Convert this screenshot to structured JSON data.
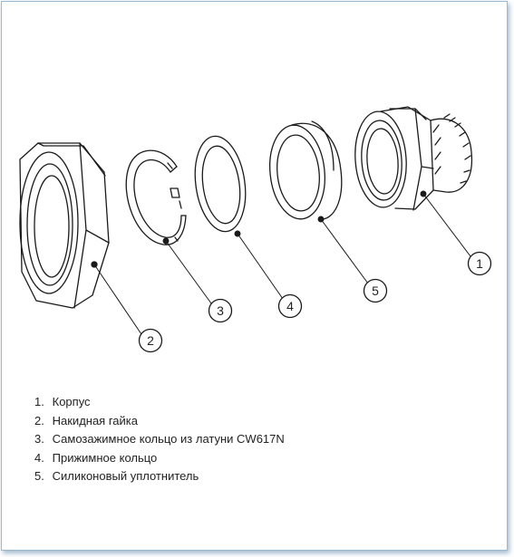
{
  "callouts": [
    {
      "number": "1",
      "label": "Корпус"
    },
    {
      "number": "2",
      "label": "Накидная гайка"
    },
    {
      "number": "3",
      "label": "Самозажимное кольцо из латуни CW617N"
    },
    {
      "number": "4",
      "label": "Прижимное кольцо"
    },
    {
      "number": "5",
      "label": "Силиконовый уплотнитель"
    }
  ],
  "legend": [
    {
      "num": "1.",
      "text": "Корпус"
    },
    {
      "num": "2.",
      "text": "Накидная гайка"
    },
    {
      "num": "3.",
      "text": "Самозажимное кольцо из латуни CW617N"
    },
    {
      "num": "4.",
      "text": "Прижимное кольцо"
    },
    {
      "num": "5.",
      "text": "Силиконовый уплотнитель"
    }
  ],
  "colors": {
    "line": "#1a1a1a",
    "frame_border": "#9bb8cf"
  }
}
